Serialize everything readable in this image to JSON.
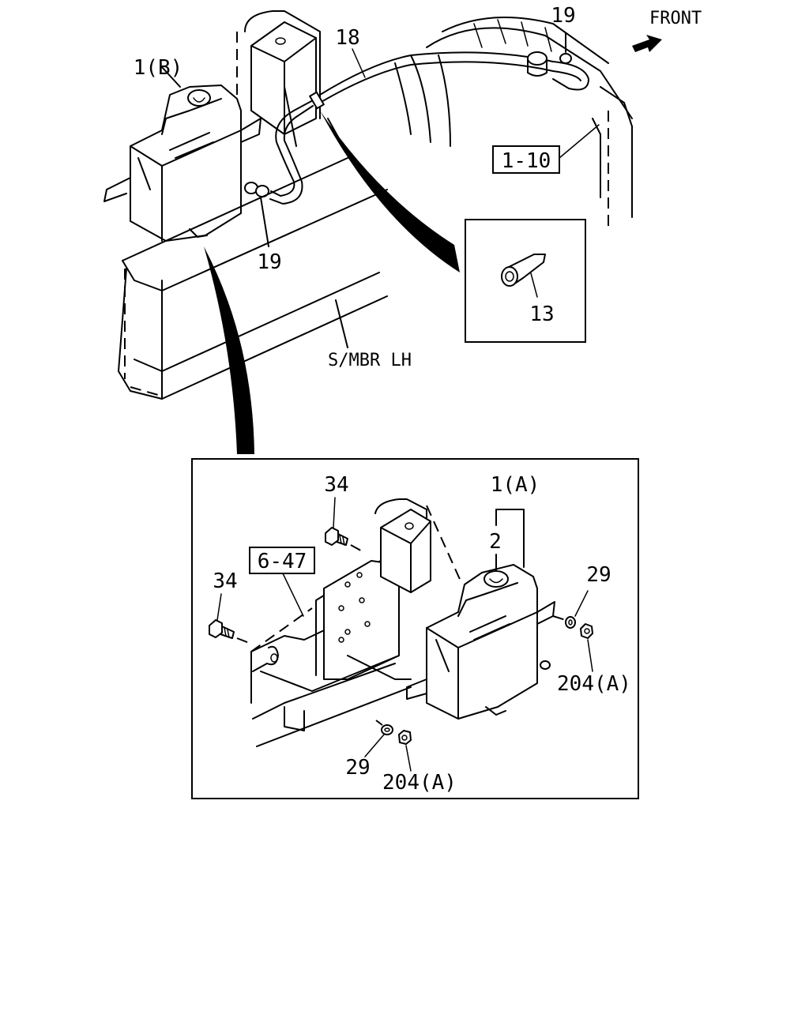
{
  "direction_label": "FRONT",
  "frame_label": "S/MBR LH",
  "refs": {
    "ref_1_10": "1-10",
    "ref_6_47": "6-47"
  },
  "callouts": {
    "tank_b": "1(B)",
    "hose": "18",
    "clip_top": "19",
    "clip_tank": "19",
    "clip_detail": "13",
    "tank_a": "1(A)",
    "cap": "2",
    "bolt_upper": "34",
    "bolt_lower": "34",
    "washer_right": "29",
    "nut_right": "204(A)",
    "washer_bottom": "29",
    "nut_bottom": "204(A)"
  }
}
